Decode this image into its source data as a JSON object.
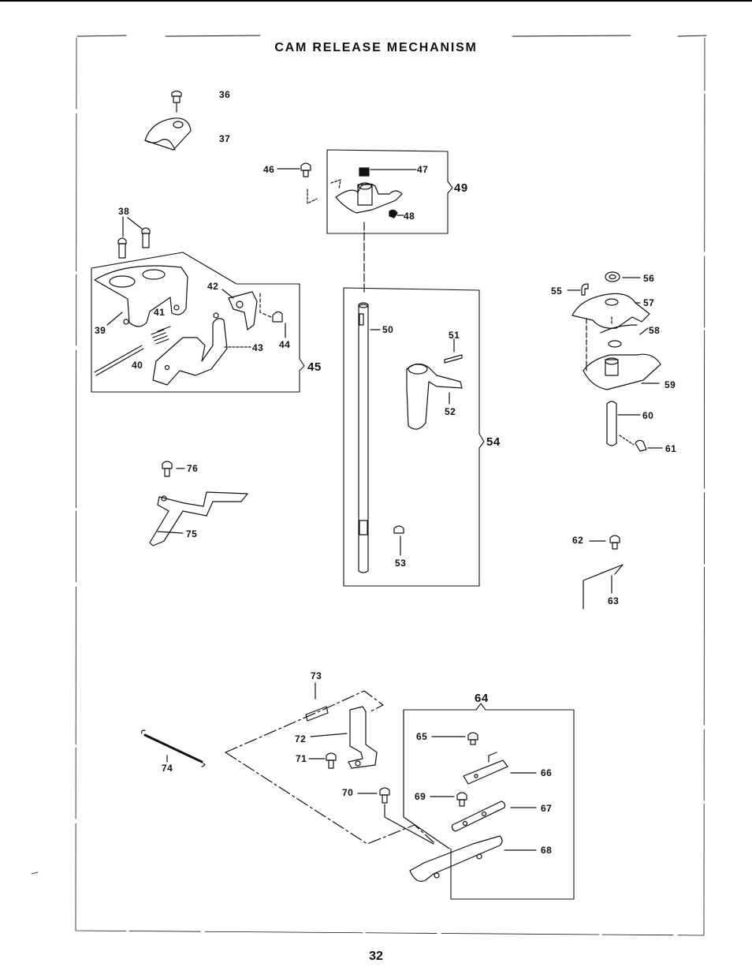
{
  "title": "CAM RELEASE MECHANISM",
  "page_number": "32",
  "part_numbers": {
    "p36": "36",
    "p37": "37",
    "p38": "38",
    "p39": "39",
    "p40": "40",
    "p41": "41",
    "p42": "42",
    "p43": "43",
    "p44": "44",
    "p45": "45",
    "p46": "46",
    "p47": "47",
    "p48": "48",
    "p49": "49",
    "p50": "50",
    "p51": "51",
    "p52": "52",
    "p53": "53",
    "p54": "54",
    "p55": "55",
    "p56": "56",
    "p57": "57",
    "p58": "58",
    "p59": "59",
    "p60": "60",
    "p61": "61",
    "p62": "62",
    "p63": "63",
    "p64": "64",
    "p65": "65",
    "p66": "66",
    "p67": "67",
    "p68": "68",
    "p69": "69",
    "p70": "70",
    "p71": "71",
    "p72": "72",
    "p73": "73",
    "p74": "74",
    "p75": "75",
    "p76": "76"
  }
}
